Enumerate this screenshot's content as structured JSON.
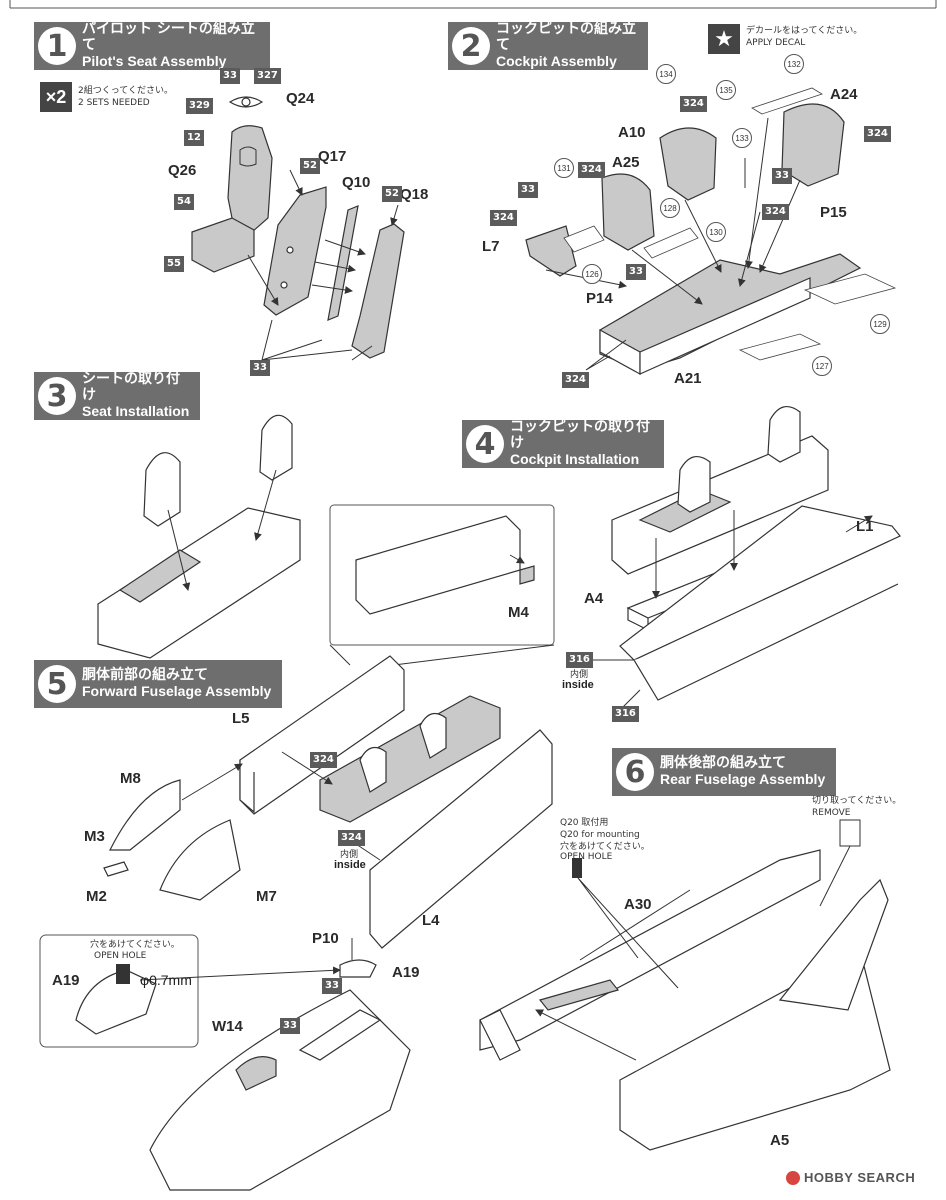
{
  "steps": [
    {
      "number": "1",
      "title_jp": "パイロット シートの組み立て",
      "title_en": "Pilot's Seat Assembly"
    },
    {
      "number": "2",
      "title_jp": "コックピットの組み立て",
      "title_en": "Cockpit Assembly"
    },
    {
      "number": "3",
      "title_jp": "シートの取り付け",
      "title_en": "Seat Installation"
    },
    {
      "number": "4",
      "title_jp": "コックピットの取り付け",
      "title_en": "Cockpit Installation"
    },
    {
      "number": "5",
      "title_jp": "胴体前部の組み立て",
      "title_en": "Forward Fuselage Assembly"
    },
    {
      "number": "6",
      "title_jp": "胴体後部の組み立て",
      "title_en": "Rear Fuselage Assembly"
    }
  ],
  "notes": {
    "x2_badge": "×2",
    "x2_jp": "2組つくってください。",
    "x2_en": "2 SETS NEEDED",
    "decal_jp": "デカールをはってください。",
    "decal_en": "APPLY DECAL",
    "remove_jp": "切り取ってください。",
    "remove_en": "REMOVE",
    "q20_jp": "Q20 取付用",
    "q20_en": "Q20 for mounting",
    "q20_hole_jp": "穴をあけてください。",
    "q20_hole_en": "OPEN HOLE",
    "a19_hole_jp": "穴をあけてください。",
    "a19_hole_en": "OPEN HOLE",
    "hole_size": "φ0.7mm",
    "inside_jp_1": "内側",
    "inside_en_1": "inside",
    "inside_jp_2": "内側",
    "inside_en_2": "inside"
  },
  "part_labels": {
    "q24": "Q24",
    "q26": "Q26",
    "q17": "Q17",
    "q10": "Q10",
    "q18": "Q18",
    "a10": "A10",
    "a25": "A25",
    "a24": "A24",
    "p15": "P15",
    "l7": "L7",
    "p14": "P14",
    "a21": "A21",
    "m4": "M4",
    "l1": "L1",
    "a4": "A4",
    "l5": "L5",
    "m8": "M8",
    "m3": "M3",
    "m2": "M2",
    "m7": "M7",
    "l4": "L4",
    "p10": "P10",
    "a19": "A19",
    "a19b": "A19",
    "w14": "W14",
    "a30": "A30",
    "a5": "A5"
  },
  "paint_tags": {
    "s1_33a": "33",
    "s1_327": "327",
    "s1_329": "329",
    "s1_12": "12",
    "s1_54": "54",
    "s1_55": "55",
    "s1_52a": "52",
    "s1_52b": "52",
    "s1_33b": "33",
    "s2_324a": "324",
    "s2_324b": "324",
    "s2_324c": "324",
    "s2_324d": "324",
    "s2_324e": "324",
    "s2_33a": "33",
    "s2_33b": "33",
    "s2_33c": "33",
    "s2_324f": "324",
    "s4_316a": "316",
    "s4_316b": "316",
    "s5_324a": "324",
    "s5_324b": "324",
    "s5_33a": "33",
    "s5_33b": "33"
  },
  "decal_numbers": {
    "d134": "134",
    "d135": "135",
    "d133": "133",
    "d132": "132",
    "d131": "131",
    "d128": "128",
    "d130": "130",
    "d126": "126",
    "d129": "129",
    "d127": "127"
  },
  "footer": {
    "logo_text": "HOBBY SEARCH"
  }
}
